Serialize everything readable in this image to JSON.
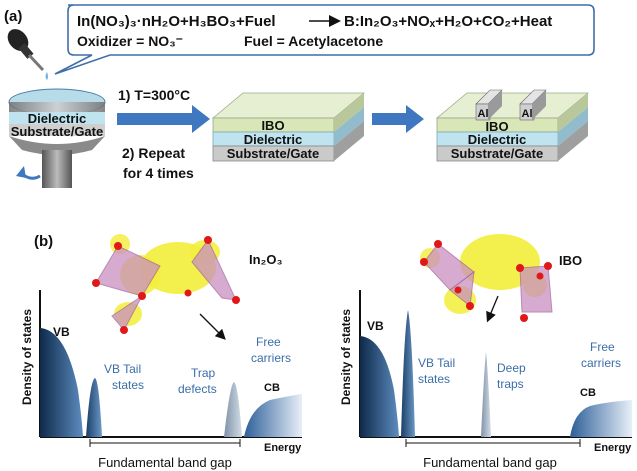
{
  "panel_a": {
    "label": "(a)",
    "reaction": {
      "lhs": "In(NO₃)₃·nH₂O+H₃BO₃+Fuel",
      "rhs": "B:In₂O₃+NOₓ+H₂O+CO₂+Heat",
      "oxidizer": "Oxidizer = NO₃⁻",
      "fuel": "Fuel = Acetylacetone"
    },
    "spin_coater": {
      "top_label": "Dielectric",
      "bottom_label": "Substrate/Gate"
    },
    "step1": "1) T=300°C",
    "step2_line1": "2) Repeat",
    "step2_line2": "for 4 times",
    "stack1": {
      "top": "IBO",
      "middle": "Dielectric",
      "bottom": "Substrate/Gate"
    },
    "stack2": {
      "contact1": "Al",
      "contact2": "Al",
      "top": "IBO",
      "middle": "Dielectric",
      "bottom": "Substrate/Gate"
    }
  },
  "panel_b": {
    "label": "(b)",
    "ylabel": "Density of states",
    "left": {
      "title": "In₂O₃",
      "vb": "VB",
      "vb_tail_1": "VB Tail",
      "vb_tail_2": "states",
      "trap_1": "Trap",
      "trap_2": "defects",
      "free_1": "Free",
      "free_2": "carriers",
      "cb": "CB",
      "energy": "Energy",
      "gap": "Fundamental band gap"
    },
    "right": {
      "title": "IBO",
      "vb": "VB",
      "vb_tail_1": "VB Tail",
      "vb_tail_2": "states",
      "trap_1": "Deep",
      "trap_2": "traps",
      "free_1": "Free",
      "free_2": "carriers",
      "cb": "CB",
      "energy": "Energy",
      "gap": "Fundamental band gap"
    }
  },
  "colors": {
    "layer_ibo": "#d8e6b8",
    "layer_dielectric": "#bfe3ef",
    "layer_substrate": "#c9c9c9",
    "arrow_blue": "#3f77c0",
    "text_blue": "#3a6ea8",
    "orbital_yellow": "#f2ee3a",
    "polyhedron_pink": "#c98fc0"
  }
}
